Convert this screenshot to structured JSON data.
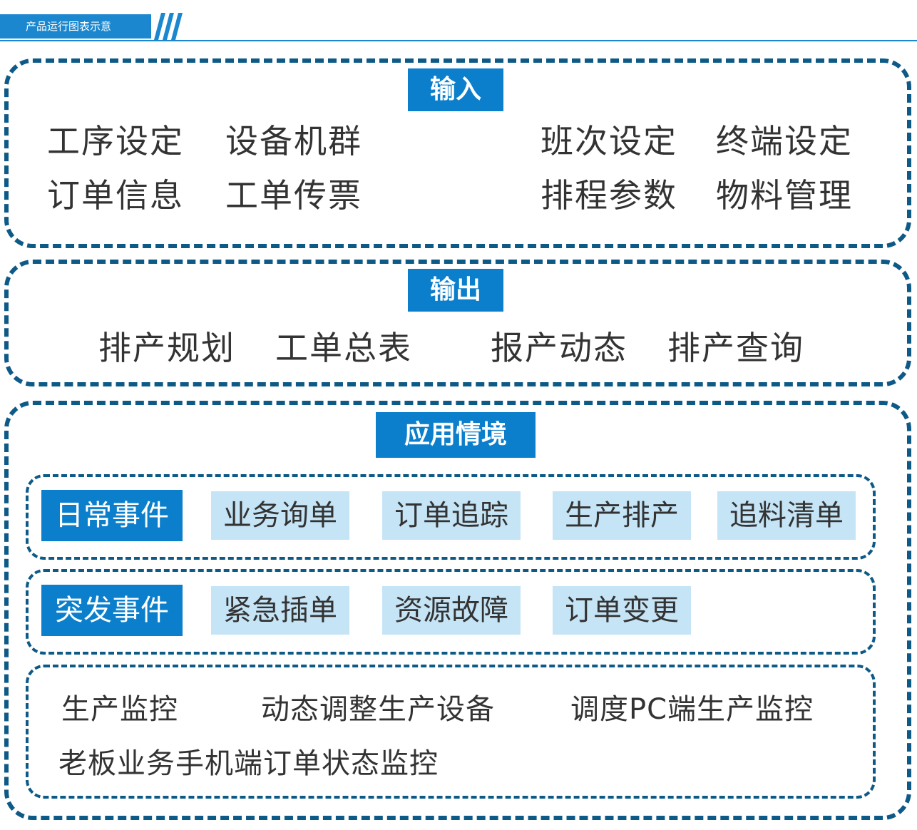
{
  "header": {
    "title": "产品运行图表示意"
  },
  "colors": {
    "primary": "#0b7fcb",
    "dashed_border": "#0e5a86",
    "light_chip": "#c5e4f6"
  },
  "input_section": {
    "title": "输入",
    "items": [
      "工序设定",
      "设备机群",
      "班次设定",
      "终端设定",
      "订单信息",
      "工单传票",
      "排程参数",
      "物料管理"
    ]
  },
  "output_section": {
    "title": "输出",
    "items": [
      "排产规划",
      "工单总表",
      "报产动态",
      "排产查询"
    ]
  },
  "application_section": {
    "title": "应用情境",
    "daily": {
      "label": "日常事件",
      "items": [
        "业务询单",
        "订单追踪",
        "生产排产",
        "追料清单"
      ]
    },
    "emergency": {
      "label": "突发事件",
      "items": [
        "紧急插单",
        "资源故障",
        "订单变更"
      ]
    },
    "monitoring": {
      "items": [
        "生产监控",
        "动态调整生产设备",
        "调度PC端生产监控",
        "老板业务手机端订单状态监控"
      ]
    }
  }
}
